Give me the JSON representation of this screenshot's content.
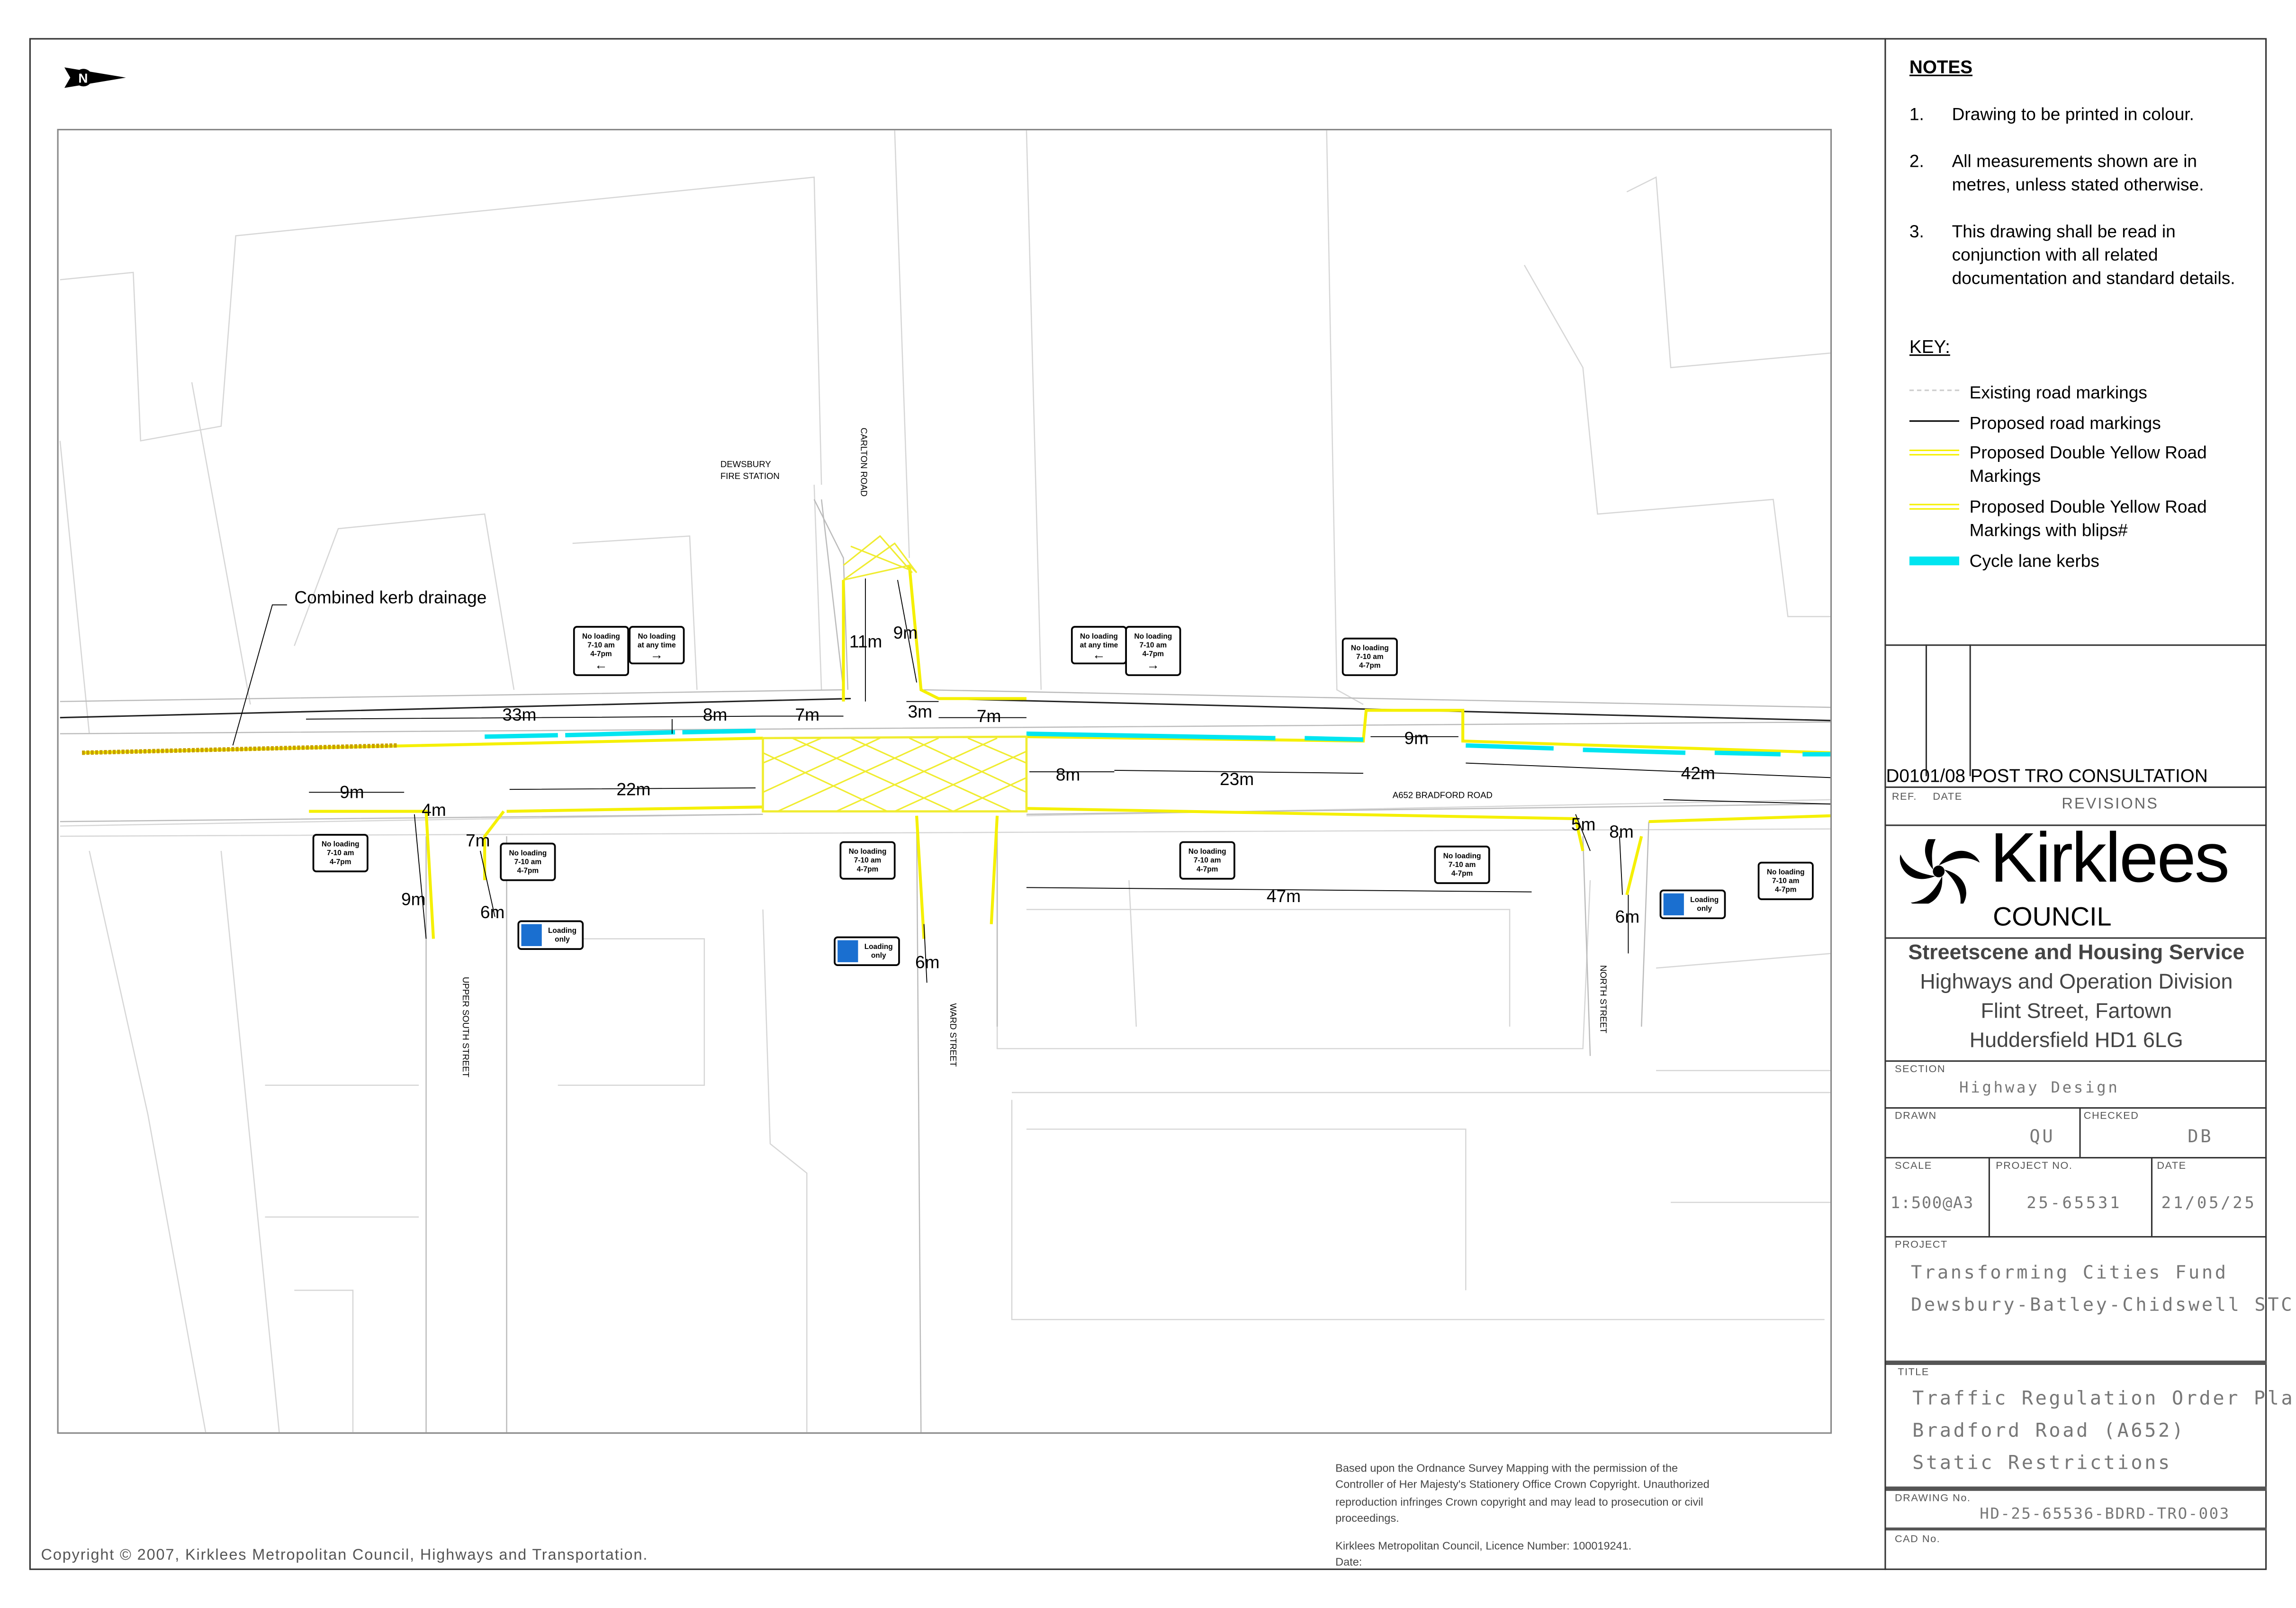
{
  "notes": {
    "heading": "NOTES",
    "items": [
      {
        "num": "1.",
        "text": "Drawing to be printed in colour."
      },
      {
        "num": "2.",
        "text": "All measurements shown are in metres, unless stated otherwise."
      },
      {
        "num": "3.",
        "text": "This drawing shall be read in conjunction with all related documentation and standard details."
      }
    ]
  },
  "key": {
    "heading": "KEY:",
    "items": [
      {
        "label": "Existing road markings",
        "color": "#cccccc"
      },
      {
        "label": "Proposed road markings",
        "color": "#000000"
      },
      {
        "label": "Proposed Double Yellow Road Markings",
        "color": "#f5f000"
      },
      {
        "label": "Proposed Double Yellow Road Markings with blips#",
        "color": "#f5f000"
      },
      {
        "label": "Cycle lane kerbs",
        "color": "#00e5f0"
      }
    ]
  },
  "revisions": {
    "entry": "D0101/08 POST TRO CONSULTATION",
    "ref_label": "REF.",
    "date_label": "DATE",
    "heading": "REVISIONS"
  },
  "logo": {
    "name": "Kirklees",
    "sub": "COUNCIL"
  },
  "address": [
    "Streetscene and Housing Service",
    "Highways and Operation Division",
    "Flint Street, Fartown",
    "Huddersfield HD1 6LG"
  ],
  "section": {
    "label": "SECTION",
    "value": "Highway Design"
  },
  "drawn": {
    "label": "DRAWN",
    "value": "QU"
  },
  "checked": {
    "label": "CHECKED",
    "value": "DB"
  },
  "scale": {
    "label": "SCALE",
    "value": "1:500@A3"
  },
  "project_no": {
    "label": "PROJECT NO.",
    "value": "25-65531"
  },
  "date": {
    "label": "DATE",
    "value": "21/05/25"
  },
  "project": {
    "label": "PROJECT",
    "lines": [
      "Transforming Cities Fund",
      "Dewsbury-Batley-Chidswell STC"
    ]
  },
  "title": {
    "label": "TITLE",
    "lines": [
      "Traffic Regulation Order Plan",
      "Bradford Road (A652)",
      "Static Restrictions"
    ]
  },
  "drawing_no": {
    "label": "DRAWING No.",
    "value": "HD-25-65536-BDRD-TRO-003"
  },
  "cad_no": {
    "label": "CAD No."
  },
  "os_notice": {
    "lines": [
      "Based upon the        Ordnance Survey Mapping with the permission of the",
      "Controller of Her Majesty's Stationery Office     Crown Copyright. Unauthorized",
      "reproduction infringes Crown copyright and may lead to prosecution or civil",
      "proceedings."
    ],
    "licence": "Kirklees Metropolitan Council, Licence Number: 100019241.",
    "date_label": "Date:"
  },
  "copyright": "Copyright © 2007, Kirklees Metropolitan Council, Highways and Transportation.",
  "north_label": "N",
  "map": {
    "labels": {
      "fire_station_1": "DEWSBURY",
      "fire_station_2": "FIRE STATION",
      "carlton": "CARLTON ROAD",
      "upper_south": "UPPER SOUTH STREET",
      "ward": "WARD STREET",
      "north": "NORTH STREET",
      "bradford": "A652 BRADFORD ROAD",
      "drainage": "Combined kerb drainage"
    },
    "dims": [
      "33m",
      "8m",
      "7m",
      "11m",
      "9m",
      "3m",
      "7m",
      "9m",
      "42m",
      "23m",
      "8m",
      "22m",
      "9m",
      "4m",
      "7m",
      "9m",
      "6m",
      "6m",
      "47m",
      "5m",
      "8m",
      "6m"
    ],
    "signs": {
      "peak": [
        "No loading",
        "7-10 am",
        "4-7pm"
      ],
      "any_time": [
        "No loading",
        "at any time"
      ],
      "loading_only": [
        "Loading",
        "only"
      ]
    },
    "colors": {
      "yellow": "#f5f000",
      "cyan": "#00e5f0",
      "hatch": "#f0ec30"
    }
  }
}
